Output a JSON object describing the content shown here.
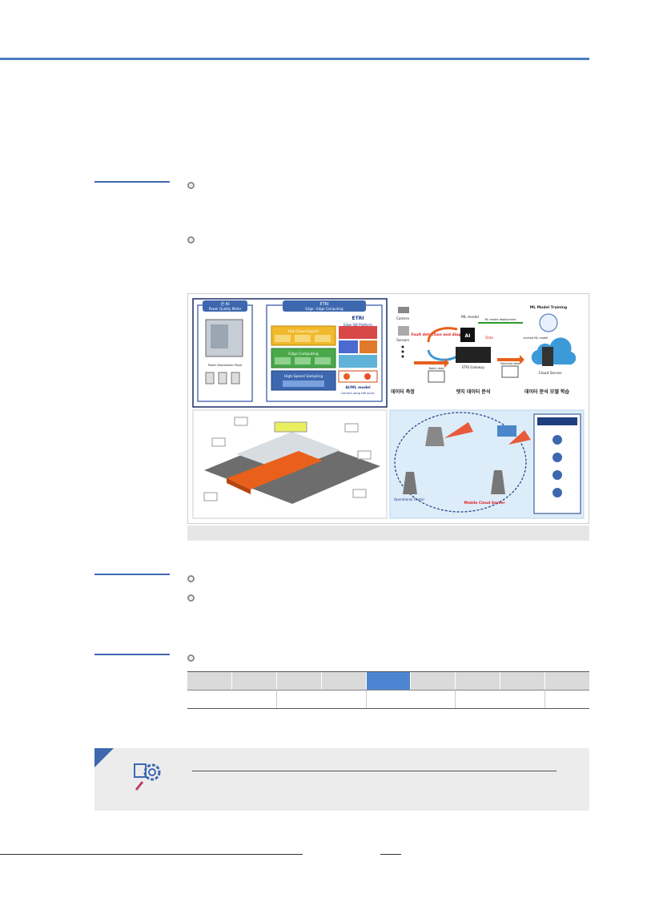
{
  "figure": {
    "left_panel": {
      "box_a_title": "산 AI",
      "box_a_subtitle": "Power Quality Meter",
      "box_b_title": "ETRI",
      "box_b_subtitle": "Edge · Edge Computing",
      "etri_logo": "ETRI",
      "platform_label": "Edge SW Platform",
      "layer1": "Hot Cloud Export",
      "layer2": "Edge Computing",
      "layer3": "High-Speed Sampling",
      "model_label": "AI/ML model",
      "model_sub": "Convert using HW accel.",
      "cabinet_label": "Power Distribution Panel"
    },
    "right_panel": {
      "camera": "Camera",
      "sensors": "Sensors",
      "ml_model": "ML model",
      "ml_deploy": "ML model deployment",
      "training": "ML Model Training",
      "trained": "trained ML model",
      "fault": "Fault detection and diagnosis",
      "data_label": "Data",
      "gateway": "ETRI Gateway",
      "batch": "Batch data",
      "selected": "Selected data",
      "cloud": "Cloud Server",
      "step1": "데이터 측정",
      "step2": "엣지 데이터 분석",
      "step3": "데이터 분석 모델 학습"
    },
    "map_panel": {
      "red_label": "Mobile Cloud Server",
      "dark_label": "Operational Center"
    }
  },
  "colors": {
    "accent": "#3d68b0",
    "highlight": "#4e85d2",
    "orange": "#e8601c",
    "green": "#3a9a3a"
  },
  "icons": {
    "box_icon": "data-search-gear-icon"
  }
}
